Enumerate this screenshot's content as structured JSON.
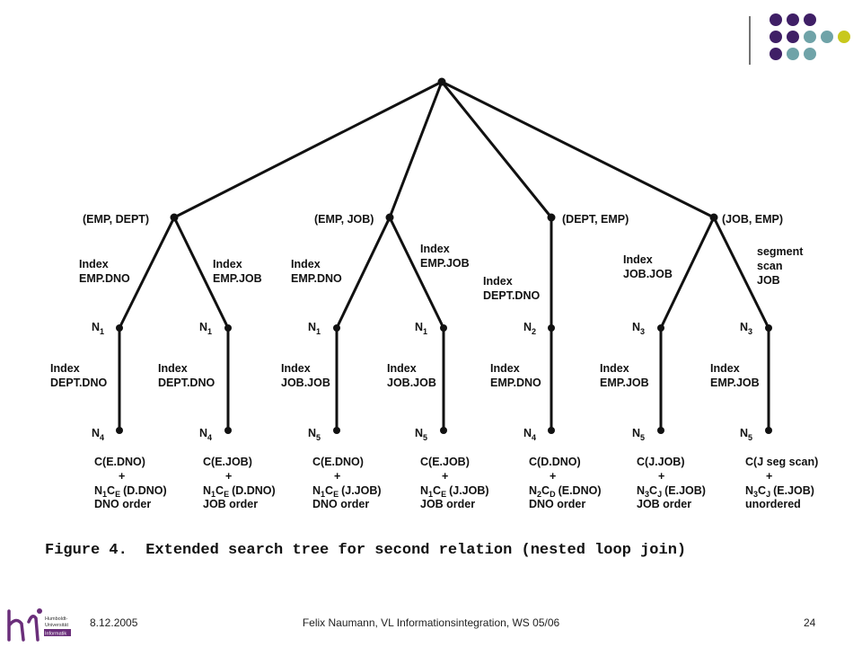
{
  "colors": {
    "purple": "#3f1f66",
    "teal": "#6fa3a8",
    "yellow": "#c8c81c",
    "logo_purple": "#6a2e7a"
  },
  "figure": {
    "caption": "Figure 4.  Extended search tree for second relation (nested loop join)",
    "level1": [
      {
        "label": "(EMP, DEPT)"
      },
      {
        "label": "(EMP, JOB)"
      },
      {
        "label": "(DEPT, EMP)"
      },
      {
        "label": "(JOB, EMP)"
      }
    ],
    "edges1": [
      {
        "line1": "Index",
        "line2": "EMP.DNO"
      },
      {
        "line1": "Index",
        "line2": "EMP.JOB"
      },
      {
        "line1": "Index",
        "line2": "EMP.DNO"
      },
      {
        "line1": "Index",
        "line2": "EMP.JOB"
      },
      {
        "line1": "Index",
        "line2": "DEPT.DNO"
      },
      {
        "line1": "Index",
        "line2": "JOB.JOB"
      },
      {
        "line1": "segment",
        "line2": "scan",
        "line3": "JOB"
      }
    ],
    "nodes2": [
      {
        "n": "N",
        "sub": "1"
      },
      {
        "n": "N",
        "sub": "1"
      },
      {
        "n": "N",
        "sub": "1"
      },
      {
        "n": "N",
        "sub": "1"
      },
      {
        "n": "N",
        "sub": "2"
      },
      {
        "n": "N",
        "sub": "3"
      },
      {
        "n": "N",
        "sub": "3"
      }
    ],
    "edges2": [
      {
        "line1": "Index",
        "line2": "DEPT.DNO"
      },
      {
        "line1": "Index",
        "line2": "DEPT.DNO"
      },
      {
        "line1": "Index",
        "line2": "JOB.JOB"
      },
      {
        "line1": "Index",
        "line2": "JOB.JOB"
      },
      {
        "line1": "Index",
        "line2": "EMP.DNO"
      },
      {
        "line1": "Index",
        "line2": "EMP.JOB"
      },
      {
        "line1": "Index",
        "line2": "EMP.JOB"
      }
    ],
    "nodes3": [
      {
        "n": "N",
        "sub": "4"
      },
      {
        "n": "N",
        "sub": "4"
      },
      {
        "n": "N",
        "sub": "5"
      },
      {
        "n": "N",
        "sub": "5"
      },
      {
        "n": "N",
        "sub": "4"
      },
      {
        "n": "N",
        "sub": "5"
      },
      {
        "n": "N",
        "sub": "5"
      }
    ],
    "costs": [
      {
        "c1": "C(E.DNO)",
        "plus": "+",
        "n": "N",
        "nsub": "1",
        "c": "C",
        "csub": "E",
        "arg": "(D.DNO)",
        "order": "DNO order"
      },
      {
        "c1": "C(E.JOB)",
        "plus": "+",
        "n": "N",
        "nsub": "1",
        "c": "C",
        "csub": "E",
        "arg": "(D.DNO)",
        "order": "JOB order"
      },
      {
        "c1": "C(E.DNO)",
        "plus": "+",
        "n": "N",
        "nsub": "1",
        "c": "C",
        "csub": "E",
        "arg": "(J.JOB)",
        "order": "DNO order"
      },
      {
        "c1": "C(E.JOB)",
        "plus": "+",
        "n": "N",
        "nsub": "1",
        "c": "C",
        "csub": "E",
        "arg": "(J.JOB)",
        "order": "JOB order"
      },
      {
        "c1": "C(D.DNO)",
        "plus": "+",
        "n": "N",
        "nsub": "2",
        "c": "C",
        "csub": "D",
        "arg": "(E.DNO)",
        "order": "DNO order"
      },
      {
        "c1": "C(J.JOB)",
        "plus": "+",
        "n": "N",
        "nsub": "3",
        "c": "C",
        "csub": "J",
        "arg": "(E.JOB)",
        "order": "JOB order"
      },
      {
        "c1": "C(J seg scan)",
        "plus": "+",
        "n": "N",
        "nsub": "3",
        "c": "C",
        "csub": "J",
        "arg": "(E.JOB)",
        "order": "unordered"
      }
    ]
  },
  "footer": {
    "date": "8.12.2005",
    "title": "Felix Naumann, VL Informationsintegration, WS 05/06",
    "page": "24",
    "logo_text": [
      "Humboldt-",
      "Universität",
      "Informatik"
    ]
  }
}
